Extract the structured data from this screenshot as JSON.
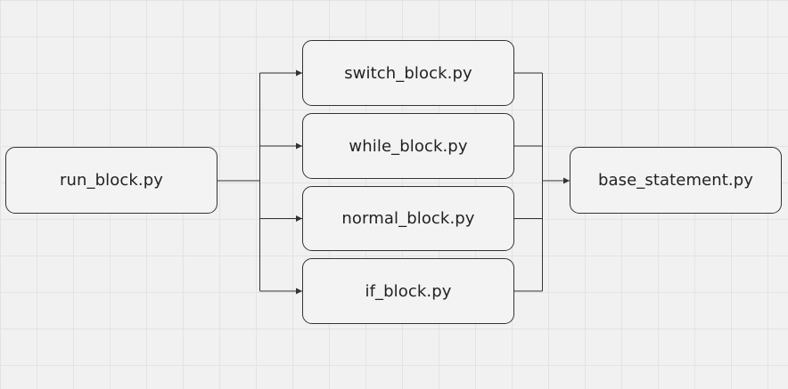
{
  "diagram": {
    "nodes": [
      {
        "id": "run",
        "label": "run_block.py"
      },
      {
        "id": "switch",
        "label": "switch_block.py"
      },
      {
        "id": "while",
        "label": "while_block.py"
      },
      {
        "id": "normal",
        "label": "normal_block.py"
      },
      {
        "id": "if",
        "label": "if_block.py"
      },
      {
        "id": "base",
        "label": "base_statement.py"
      }
    ],
    "edges": [
      {
        "from": "run",
        "to": "switch"
      },
      {
        "from": "run",
        "to": "while"
      },
      {
        "from": "run",
        "to": "normal"
      },
      {
        "from": "run",
        "to": "if"
      },
      {
        "from": "switch",
        "to": "base"
      },
      {
        "from": "while",
        "to": "base"
      },
      {
        "from": "normal",
        "to": "base"
      },
      {
        "from": "if",
        "to": "base"
      }
    ],
    "colors": {
      "canvas": "#f1f1f1",
      "grid": "#e3e3e3",
      "node_fill": "#f3f3f3",
      "node_border": "#333333",
      "connector": "#333333",
      "text": "#222222"
    }
  }
}
